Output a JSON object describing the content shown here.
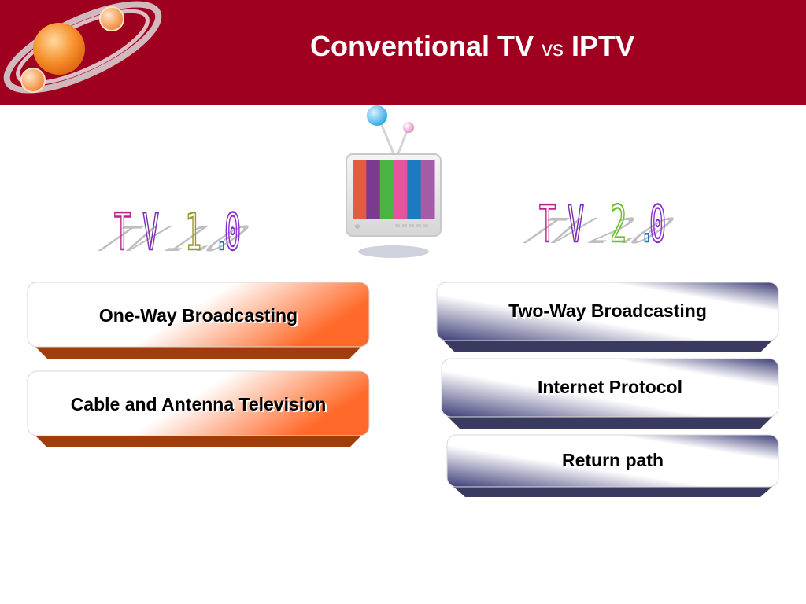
{
  "slide": {
    "title_part1": "Conventional TV",
    "title_vs": "vs",
    "title_part2": "IPTV"
  },
  "left_label": {
    "chars": [
      "T",
      "V",
      " ",
      "1",
      ".",
      "0"
    ],
    "text": "TV 1.0"
  },
  "right_label": {
    "chars": [
      "T",
      "V",
      " ",
      "2",
      ".",
      "0"
    ],
    "text": "TV 2.0"
  },
  "left_boxes": [
    "One-Way Broadcasting",
    "Cable and Antenna Television"
  ],
  "right_boxes": [
    "Two-Way Broadcasting",
    "Internet Protocol",
    "Return path"
  ],
  "colors": {
    "header": "#a0001f",
    "left_accent": "#ff6a2a",
    "left_base": "#a23c0a",
    "right_accent": "#3c3c78",
    "right_base": "#3a3a60",
    "tv_bars": [
      "#e35a45",
      "#7b3a8f",
      "#49b443",
      "#e0559b",
      "#1c7bbf",
      "#a45ba8"
    ]
  },
  "icons": [
    "orbit-logo-icon",
    "retro-tv-icon"
  ]
}
